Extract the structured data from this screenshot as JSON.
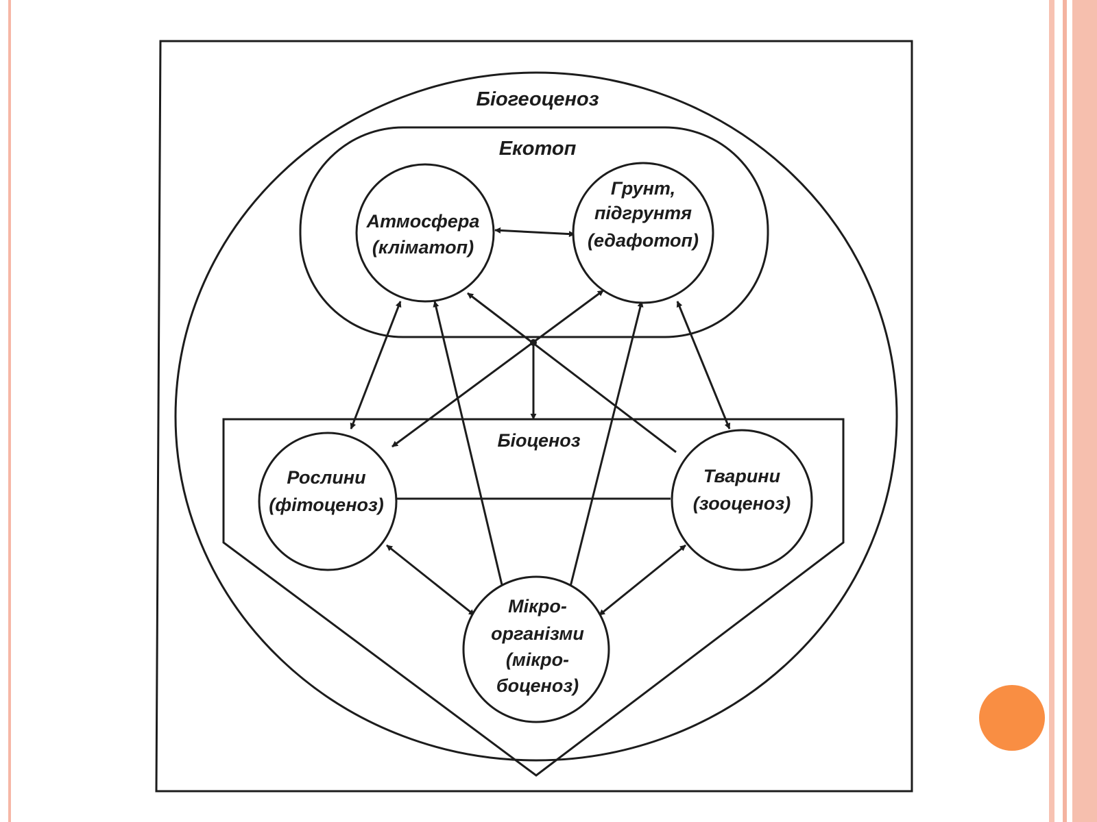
{
  "diagram": {
    "biogeocenosis_label": "Біогеоценоз",
    "ecotope_label": "Екотоп",
    "biocenosis_label": "Біоценоз",
    "nodes": {
      "atmosphere": [
        "Атмосфера",
        "(кліматоп)"
      ],
      "soil": [
        "Грунт,",
        "підгрунтя",
        "(едафотоп)"
      ],
      "plants": [
        "Рослини",
        "(фітоценоз)"
      ],
      "animals": [
        "Тварини",
        "(зооценоз)"
      ],
      "microorganisms": [
        "Мікро-",
        "організми",
        "(мікро-",
        "боценоз)"
      ]
    }
  },
  "theme": {
    "line_color": "#1c1c1c",
    "accent_orange": "#f98e43",
    "stripe_color": "#f6bfae"
  }
}
